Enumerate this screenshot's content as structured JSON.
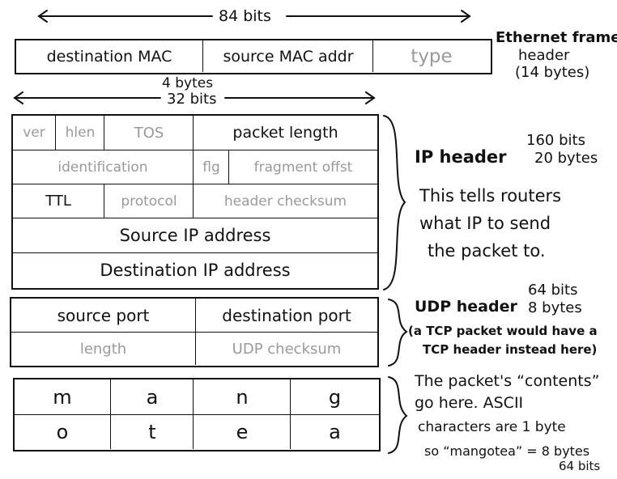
{
  "ethernet": {
    "width_label": "84 bits",
    "fields": [
      "destination MAC",
      "source MAC addr",
      "type"
    ],
    "title": "Ethernet frame",
    "title_line2": "header",
    "size": "(14 bytes)",
    "under_label": "4 bytes"
  },
  "ip": {
    "width_label": "32 bits",
    "row1": [
      "ver",
      "hlen",
      "TOS",
      "packet length"
    ],
    "row2": [
      "identification",
      "flg",
      "fragment offst"
    ],
    "row3": [
      "TTL",
      "protocol",
      "header checksum"
    ],
    "row4": "Source IP address",
    "row5": "Destination IP address",
    "title": "IP header",
    "bits": "160 bits",
    "bytes": "20 bytes",
    "desc": [
      "This tells routers",
      "what IP to send",
      "the packet to."
    ]
  },
  "udp": {
    "row1": [
      "source port",
      "destination port"
    ],
    "row2": [
      "length",
      "UDP checksum"
    ],
    "title": "UDP header",
    "bits": "64 bits",
    "bytes": "8 bytes",
    "note": [
      "(a TCP packet would have a",
      "TCP header instead here)"
    ]
  },
  "payload": {
    "row1": [
      "m",
      "a",
      "n",
      "g"
    ],
    "row2": [
      "o",
      "t",
      "e",
      "a"
    ],
    "desc": [
      "The packet's “contents”",
      "go here. ASCII",
      "characters are 1 byte",
      "so “mangotea” = 8 bytes",
      "64 bits"
    ]
  },
  "colors": {
    "ink": "#111111",
    "muted": "#9a9a9a"
  }
}
